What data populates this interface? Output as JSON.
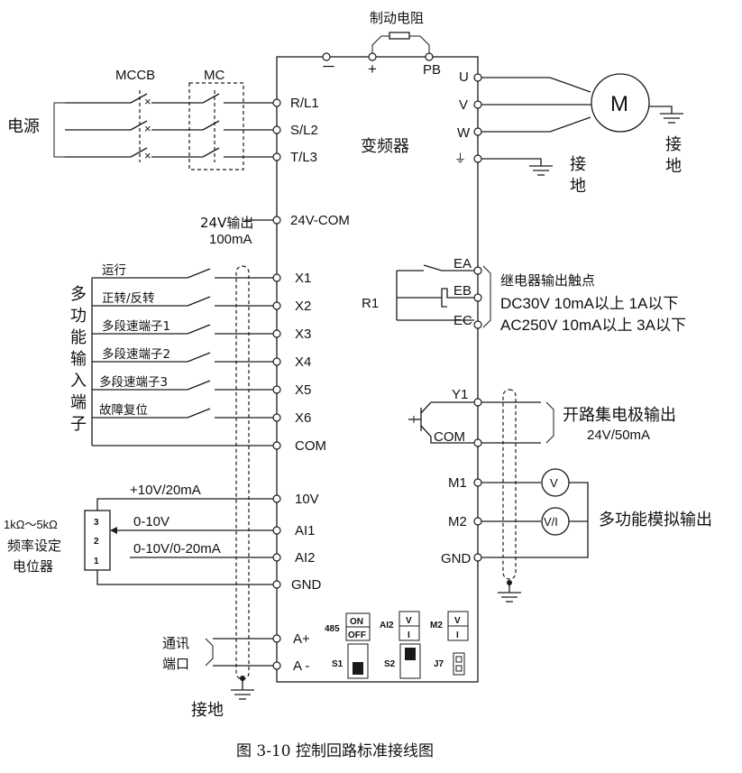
{
  "title": "图 3-10 控制回路标准接线图",
  "inverter_label": "变频器",
  "braking": {
    "label": "制动电阻",
    "minus": "－",
    "plus": "+",
    "pb": "PB"
  },
  "power": {
    "source": "电源",
    "mccb": "MCCB",
    "mc": "MC",
    "terminals": [
      "R/L1",
      "S/L2",
      "T/L3"
    ]
  },
  "motor": {
    "symbol": "M",
    "terminals": [
      "U",
      "V",
      "W"
    ],
    "ground": "接地",
    "inverter_ground": "接地"
  },
  "supply24": {
    "label": "24V输出",
    "current": "100mA",
    "terminal": "24V-COM"
  },
  "inputs": {
    "group_label": "多功能输入端子",
    "items": [
      {
        "label": "运行",
        "terminal": "X1"
      },
      {
        "label": "正转/反转",
        "terminal": "X2"
      },
      {
        "label": "多段速端子1",
        "terminal": "X3"
      },
      {
        "label": "多段速端子2",
        "terminal": "X4"
      },
      {
        "label": "多段速端子3",
        "terminal": "X5"
      },
      {
        "label": "故障复位",
        "terminal": "X6"
      }
    ],
    "com": "COM"
  },
  "analog_in": {
    "pot_range": "1kΩ～5kΩ",
    "pot_name": "频率设定电位器",
    "pins": [
      "3",
      "2",
      "1"
    ],
    "lines": [
      {
        "label": "+10V/20mA",
        "terminal": "10V"
      },
      {
        "label": "0-10V",
        "terminal": "AI1"
      },
      {
        "label": "0-10V/0-20mA",
        "terminal": "AI2"
      },
      {
        "label": "",
        "terminal": "GND"
      }
    ]
  },
  "comm": {
    "label": "通讯端口",
    "terminals": [
      "A+",
      "A -"
    ],
    "ground": "接地"
  },
  "relay": {
    "name": "R1",
    "terminals": [
      "EA",
      "EB",
      "EC"
    ],
    "title": "继电器输出触点",
    "spec1": "DC30V  10mA以上  1A以下",
    "spec2": "AC250V 10mA以上  3A以下"
  },
  "oc_out": {
    "terminals": [
      "Y1",
      "COM"
    ],
    "label": "开路集电极输出",
    "spec": "24V/50mA"
  },
  "analog_out": {
    "terminals": [
      "M1",
      "M2",
      "GND"
    ],
    "meters": [
      "V",
      "V/I"
    ],
    "label": "多功能模拟输出"
  },
  "switches": {
    "s485": "485",
    "on": "ON",
    "off": "OFF",
    "ai2": "AI2",
    "m2": "M2",
    "v": "V",
    "i": "I",
    "s1": "S1",
    "s2": "S2",
    "j7": "J7"
  }
}
